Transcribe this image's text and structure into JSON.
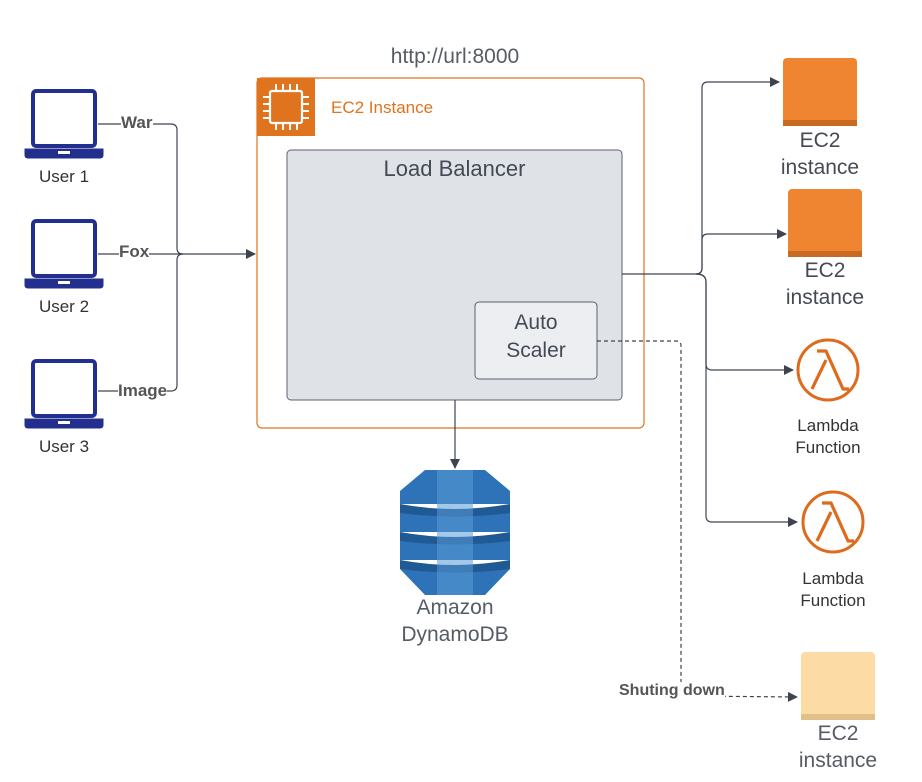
{
  "url_label": "http://url:8000",
  "ec2_container": {
    "title": "EC2 Instance",
    "color": "#e0731e"
  },
  "load_balancer": {
    "title": "Load Balancer"
  },
  "auto_scaler": {
    "label_line1": "Auto",
    "label_line2": "Scaler"
  },
  "database": {
    "label_line1": "Amazon",
    "label_line2": "DynamoDB",
    "color": "#2e73b8"
  },
  "users": [
    {
      "name": "User 1",
      "request": "War"
    },
    {
      "name": "User 2",
      "request": "Fox"
    },
    {
      "name": "User 3",
      "request": "Image"
    }
  ],
  "targets": [
    {
      "type": "ec2",
      "label_line1": "EC2",
      "label_line2": "instance"
    },
    {
      "type": "ec2",
      "label_line1": "EC2",
      "label_line2": "instance"
    },
    {
      "type": "lambda",
      "label_line1": "Lambda",
      "label_line2": "Function"
    },
    {
      "type": "lambda",
      "label_line1": "Lambda",
      "label_line2": "Function"
    }
  ],
  "shutdown": {
    "edge_label": "Shuting down",
    "label_line1": "EC2",
    "label_line2": "instance"
  },
  "colors": {
    "laptop": "#232f8e",
    "ec2_active": "#ef8531",
    "ec2_inactive": "#fcdba4",
    "lambda": "#de6b1c",
    "connector": "#3d4450",
    "lb_fill": "#dfe2e7"
  }
}
